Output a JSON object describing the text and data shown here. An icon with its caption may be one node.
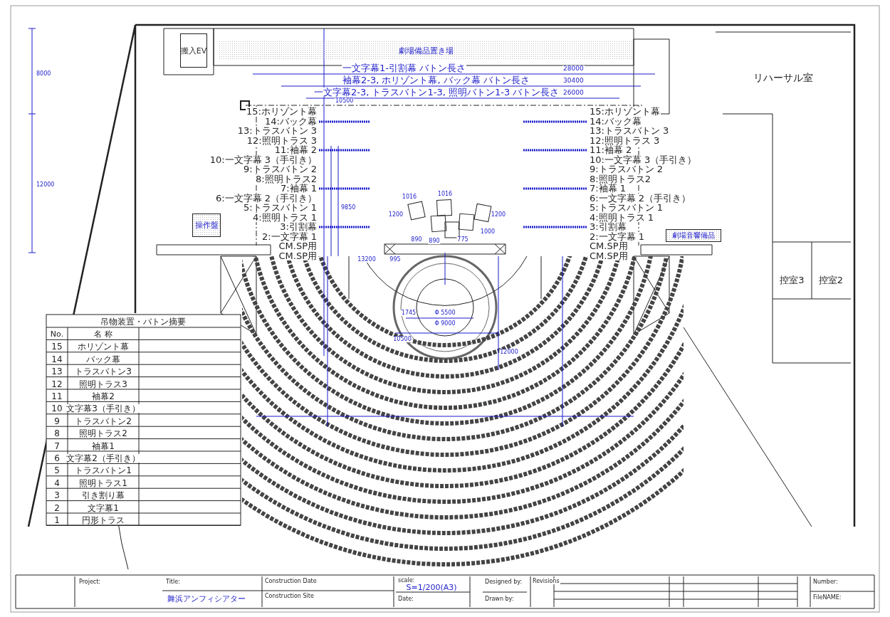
{
  "diagram": {
    "title": "舞浜アンフィシアター",
    "nodes": [
      {
        "text": [
          "搬入EV"
        ]
      },
      {
        "text": [
          "劇場備品置き場"
        ]
      },
      {
        "text": [
          "リハーサル室"
        ]
      },
      {
        "text": [
          "操作盤"
        ]
      },
      {
        "text": [
          "劇場音響備品"
        ]
      },
      {
        "text": [
          "控室3"
        ]
      },
      {
        "text": [
          "控室2"
        ]
      }
    ],
    "labels": [
      "一文字幕1-引割幕 バトン長さ",
      "28000",
      "袖幕2-3, ホリゾント幕, バック幕 バトン長さ",
      "30400",
      "一文字幕2-3, トラスバトン1-3, 照明バトン1-3 バトン長さ",
      "26000",
      "10500",
      "8000",
      "12000",
      "15:ホリゾント幕",
      "14:バック幕",
      "13:トラスバトン 3",
      "12:照明トラス 3",
      "11:袖幕 2",
      "10:一文字幕 3（手引き）",
      "9:トラスバトン 2",
      "8:照明トラス2",
      "7:袖幕 1",
      "6:一文字幕 2（手引き）",
      "5:トラスバトン 1",
      "4:照明トラス 1",
      "3:引割幕",
      "2:一文字幕 1",
      "CM.SP用",
      "CM.SP用",
      "15:ホリゾント幕",
      "14:バック幕",
      "13:トラスバトン 3",
      "12:照明トラス 3",
      "11:袖幕 2",
      "10:一文字幕 3（手引き）",
      "9:トラスバトン 2",
      "8:照明トラス2",
      "7:袖幕 1",
      "6:一文字幕 2（手引き）",
      "5:トラスバトン 1",
      "4:照明トラス 1",
      "3:引割幕",
      "2:一文字幕 1",
      "CM.SP用",
      "CM.SP用",
      "9850",
      "13200",
      "12000",
      "1745",
      "Φ 5500",
      "Φ 9000",
      "10500",
      "995",
      "1016",
      "1016",
      "1200",
      "1200",
      "890",
      "890",
      "1000",
      "775",
      "吊物装置・バトン摘要",
      "No.",
      "名 称",
      "15",
      "ホリゾント幕",
      "14",
      "バック幕",
      "13",
      "トラスバトン3",
      "12",
      "照明トラス3",
      "11",
      "袖幕2",
      "10",
      "文字幕3（手引き）",
      "9",
      "トラスバトン2",
      "8",
      "照明トラス2",
      "7",
      "袖幕1",
      "6",
      "文字幕2（手引き）",
      "5",
      "トラスバトン1",
      "4",
      "照明トラス1",
      "3",
      "引き割り幕",
      "2",
      "文字幕1",
      "1",
      "円形トラス",
      "Project:",
      "Title:",
      "Construction Date",
      "Construction Site",
      "scale:",
      "S=1/200(A3)",
      "Date:",
      "Designed by:",
      "Drawn by:",
      "Revisions",
      "Number:",
      "FileNAME:"
    ]
  }
}
